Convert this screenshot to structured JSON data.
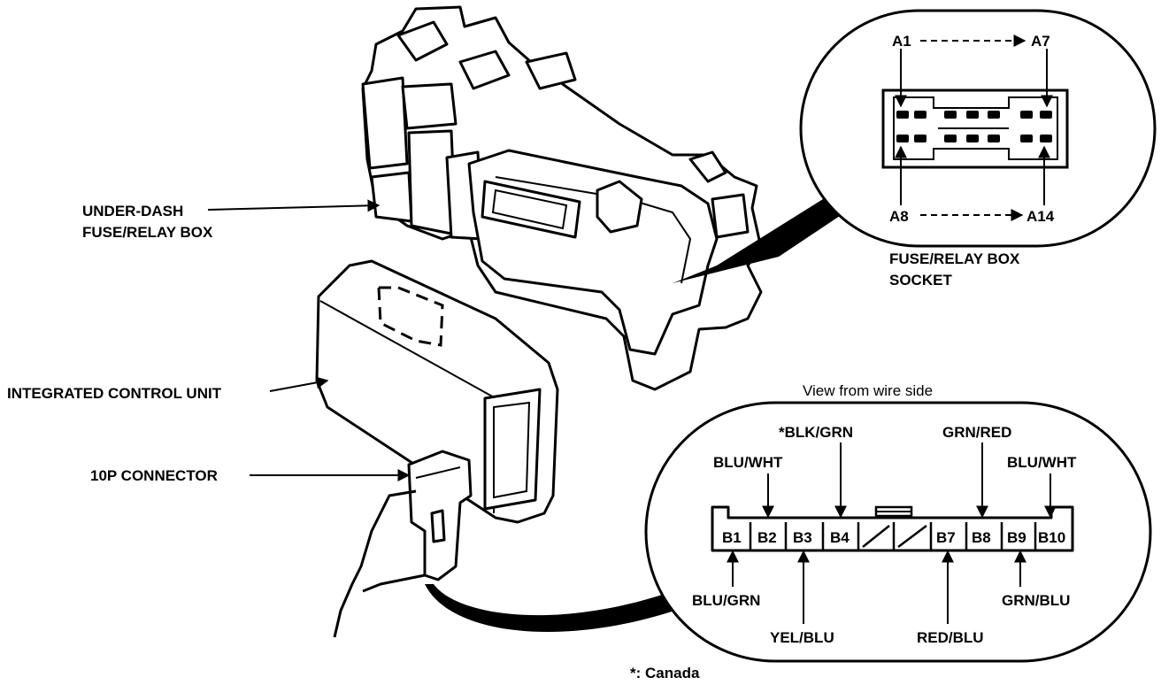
{
  "labels": {
    "under_dash_1": "UNDER-DASH",
    "under_dash_2": "FUSE/RELAY BOX",
    "icu": "INTEGRATED CONTROL UNIT",
    "connector_10p": "10P CONNECTOR",
    "socket_1": "FUSE/RELAY BOX",
    "socket_2": "SOCKET",
    "view_note": "View from wire side",
    "canada_note": "*: Canada"
  },
  "socket": {
    "a1": "A1",
    "a7": "A7",
    "a8": "A8",
    "a14": "A14"
  },
  "connector": {
    "terminals": [
      "B1",
      "B2",
      "B3",
      "B4",
      "",
      "",
      "B7",
      "B8",
      "B9",
      "B10"
    ],
    "wires": {
      "b1": "BLU/GRN",
      "b2": "BLU/WHT",
      "b3": "YEL/BLU",
      "b4": "*BLK/GRN",
      "b7": "RED/BLU",
      "b8": "GRN/RED",
      "b9": "GRN/BLU",
      "b10": "BLU/WHT"
    }
  }
}
